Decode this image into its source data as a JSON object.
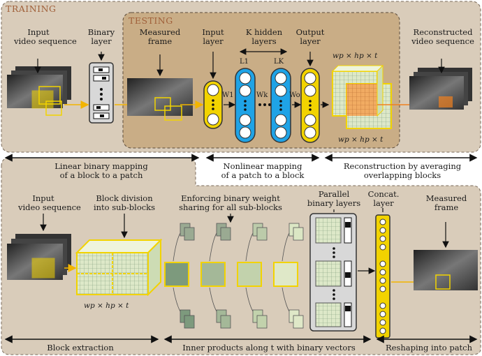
{
  "sections": {
    "training": "TRAINING",
    "testing": "TESTING"
  },
  "top": {
    "input_video": [
      "Input",
      "video sequence"
    ],
    "binary_layer": [
      "Binary",
      "layer"
    ],
    "measured_frame": [
      "Measured",
      "frame"
    ],
    "input_layer": [
      "Input",
      "layer"
    ],
    "hidden_layers": [
      "K hidden",
      "layers"
    ],
    "output_layer": [
      "Output",
      "layer"
    ],
    "reconstructed": [
      "Reconstructed",
      "video sequence"
    ],
    "weights": {
      "w1": "W1",
      "wk": "Wk",
      "wo": "Wo"
    },
    "layer_names": {
      "l1": "L1",
      "lk": "LK"
    },
    "patch_dim_top": "wp × hp × t",
    "patch_dim_bottom": "wp × hp × t"
  },
  "captions_top": {
    "linear": [
      "Linear binary mapping",
      "of a block to a patch"
    ],
    "nonlinear": [
      "Nonlinear mapping",
      "of a patch to a block"
    ],
    "reconstruction": [
      "Reconstruction by averaging",
      "overlapping blocks"
    ]
  },
  "bottom": {
    "input_video": [
      "Input",
      "video sequence"
    ],
    "block_division": [
      "Block division",
      "into sub-blocks"
    ],
    "enforcing": [
      "Enforcing binary weight",
      "sharing for all sub-blocks"
    ],
    "parallel": [
      "Parallel",
      "binary layers"
    ],
    "concat": [
      "Concat.",
      "layer"
    ],
    "measured_frame": [
      "Measured",
      "frame"
    ],
    "block_dim": "wp × hp × t"
  },
  "captions_bottom": {
    "block_extraction": "Block extraction",
    "inner_products": "Inner products along t with binary vectors",
    "reshaping": "Reshaping into patch"
  },
  "colors": {
    "panel_bg": "#d9ccba",
    "testing_bg": "#c9ad86",
    "yellow": "#f2d300",
    "blue": "#1fa3e6",
    "green_block": "#c8d8b0",
    "gray_layer": "#d8d8d8"
  }
}
